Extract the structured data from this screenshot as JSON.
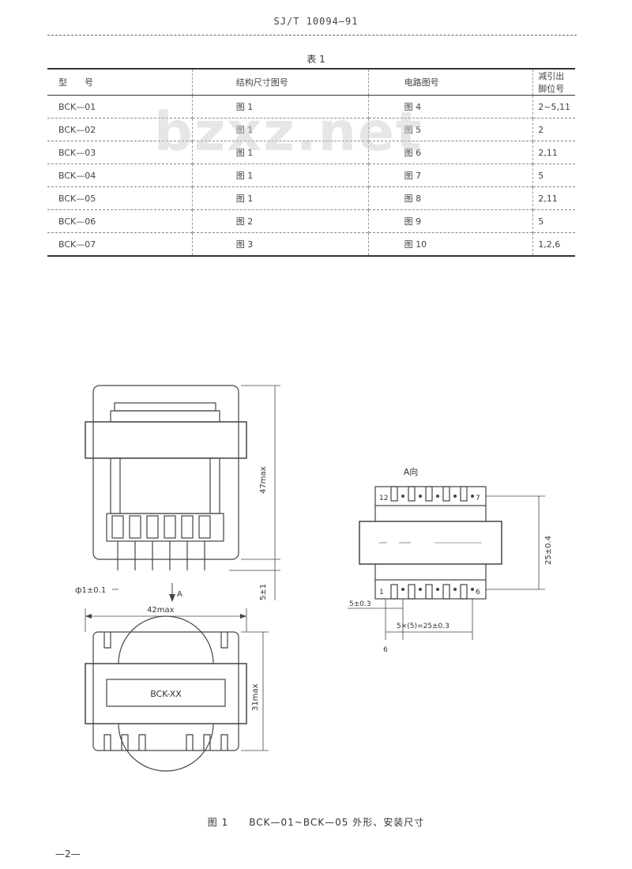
{
  "header": {
    "standard_code": "SJ/T 10094—91"
  },
  "table": {
    "caption": "表 1",
    "columns": [
      "型　　号",
      "结构尺寸图号",
      "电路图号",
      "减引出脚位号"
    ],
    "rows": [
      [
        "BCK—01",
        "图 1",
        "图 4",
        "2~5,11"
      ],
      [
        "BCK—02",
        "图 1",
        "图 5",
        "2"
      ],
      [
        "BCK—03",
        "图 1",
        "图 6",
        "2,11"
      ],
      [
        "BCK—04",
        "图 1",
        "图 7",
        "5"
      ],
      [
        "BCK—05",
        "图 1",
        "图 8",
        "2,11"
      ],
      [
        "BCK—06",
        "图 2",
        "图 9",
        "5"
      ],
      [
        "BCK—07",
        "图 3",
        "图 10",
        "1,2,6"
      ]
    ]
  },
  "watermark": "bzxz.net",
  "figure": {
    "view_label": "A向",
    "arrow_label": "A",
    "product_marking": "BCK-XX",
    "dim_height": "47max",
    "dim_width": "42max",
    "dim_depth": "31max",
    "dim_pin_length": "5±1",
    "dim_pin_dia": "ф1±0.1",
    "dim_row_spacing": "25±0.4",
    "dim_pitch": "5±0.3",
    "dim_pitch_total": "5×(5)=25±0.3",
    "pin_left_top": "12",
    "pin_right_top": "7",
    "pin_left_bottom": "1",
    "pin_right_bottom": "6",
    "base_label": "6",
    "caption": "图 1　　BCK—01~BCK—05 外形、安装尺寸"
  },
  "footer": {
    "page_number": "—2—"
  }
}
